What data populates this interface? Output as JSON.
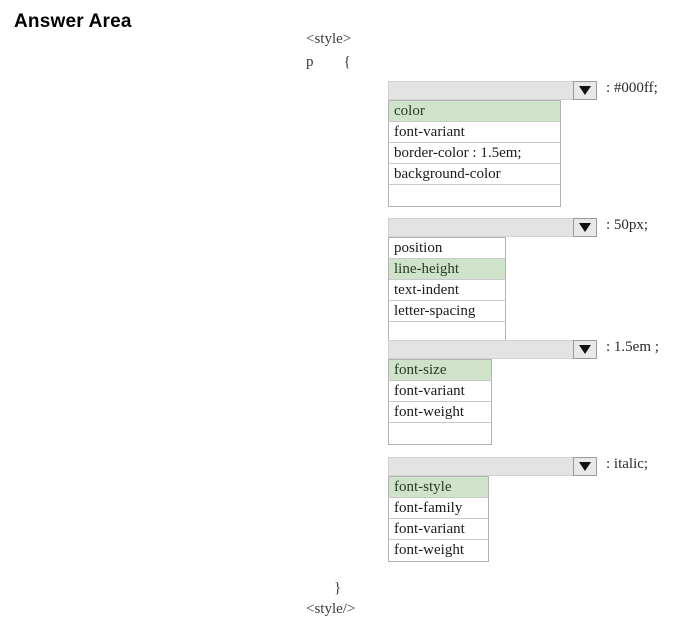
{
  "page": {
    "title": "Answer Area"
  },
  "code": {
    "style_open": "<style>",
    "selector": "p        {",
    "brace_close": "}",
    "style_close": "<style/>"
  },
  "colors": {
    "option_highlight": "#cfe3cb",
    "select_bar": "#e3e3e3",
    "arrow_glyph": "#111111",
    "option_border": "#c9c9c9"
  },
  "dropdowns": [
    {
      "name": "property-dropdown-1",
      "selected_value": "",
      "arrow_icon": "chevron-down-icon",
      "value_text": ": #000ff;",
      "options": [
        {
          "label": "color",
          "selected": true
        },
        {
          "label": "font-variant",
          "selected": false
        },
        {
          "label": "border-color : 1.5em;",
          "selected": false
        },
        {
          "label": "background-color",
          "selected": false
        },
        {
          "label": "",
          "selected": false
        }
      ]
    },
    {
      "name": "property-dropdown-2",
      "selected_value": "",
      "arrow_icon": "chevron-down-icon",
      "value_text": ": 50px;",
      "options": [
        {
          "label": "position",
          "selected": false
        },
        {
          "label": "line-height",
          "selected": true
        },
        {
          "label": "text-indent",
          "selected": false
        },
        {
          "label": "letter-spacing",
          "selected": false
        },
        {
          "label": "",
          "selected": false
        }
      ]
    },
    {
      "name": "property-dropdown-3",
      "selected_value": "",
      "arrow_icon": "chevron-down-icon",
      "value_text": ": 1.5em ;",
      "options": [
        {
          "label": "font-size",
          "selected": true
        },
        {
          "label": "font-variant",
          "selected": false
        },
        {
          "label": "font-weight",
          "selected": false
        },
        {
          "label": "",
          "selected": false
        }
      ]
    },
    {
      "name": "property-dropdown-4",
      "selected_value": "",
      "arrow_icon": "chevron-down-icon",
      "value_text": ": italic;",
      "options": [
        {
          "label": "font-style",
          "selected": true
        },
        {
          "label": "font-family",
          "selected": false
        },
        {
          "label": "font-variant",
          "selected": false
        },
        {
          "label": "font-weight",
          "selected": false
        }
      ]
    }
  ]
}
